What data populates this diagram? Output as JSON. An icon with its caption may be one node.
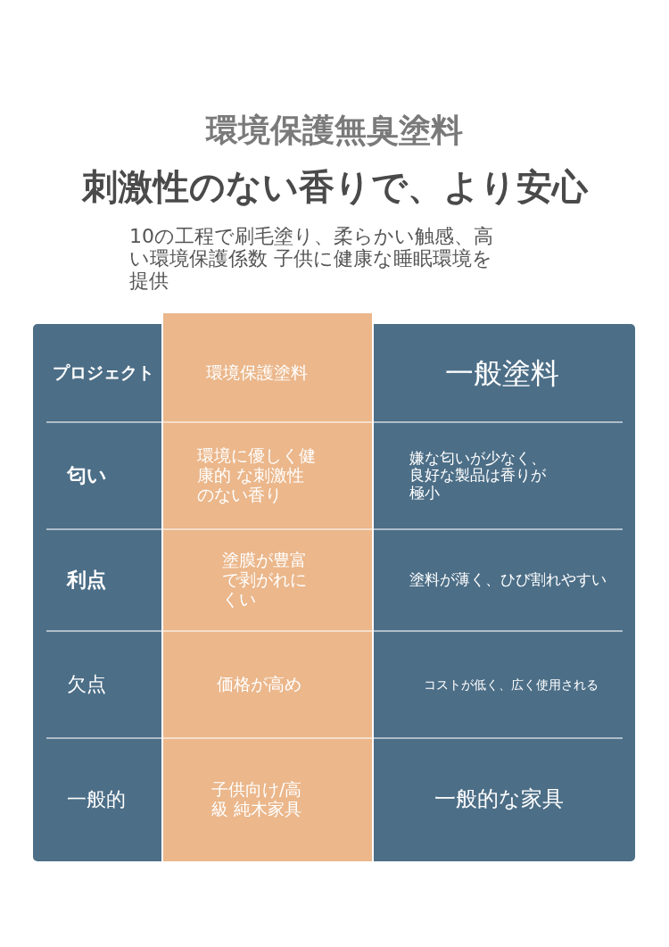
{
  "diagram": {
    "title": "環境保護無臭塗料",
    "labels": [
      "刺激性のない香りで、より安心",
      "10の工程で刷毛塗り、柔らかい触感、高い環境保護係数 子供に健康な睡眠環境を提供",
      "プロジェクト",
      "環境保護塗料",
      "一般塗料",
      "匂い",
      "環境に優しく健康的 な刺激性のない香り",
      "嫌な匂いが少なく、良好な製品は香りが極小",
      "利点",
      "塗膜が豊富で剥がれにくい",
      "塗料が薄く、ひび割れやすい",
      "欠点",
      "価格が高め",
      "コストが低く、広く使用される",
      "一般的",
      "子供向け/高級 純木家具",
      "一般的な家具"
    ]
  }
}
